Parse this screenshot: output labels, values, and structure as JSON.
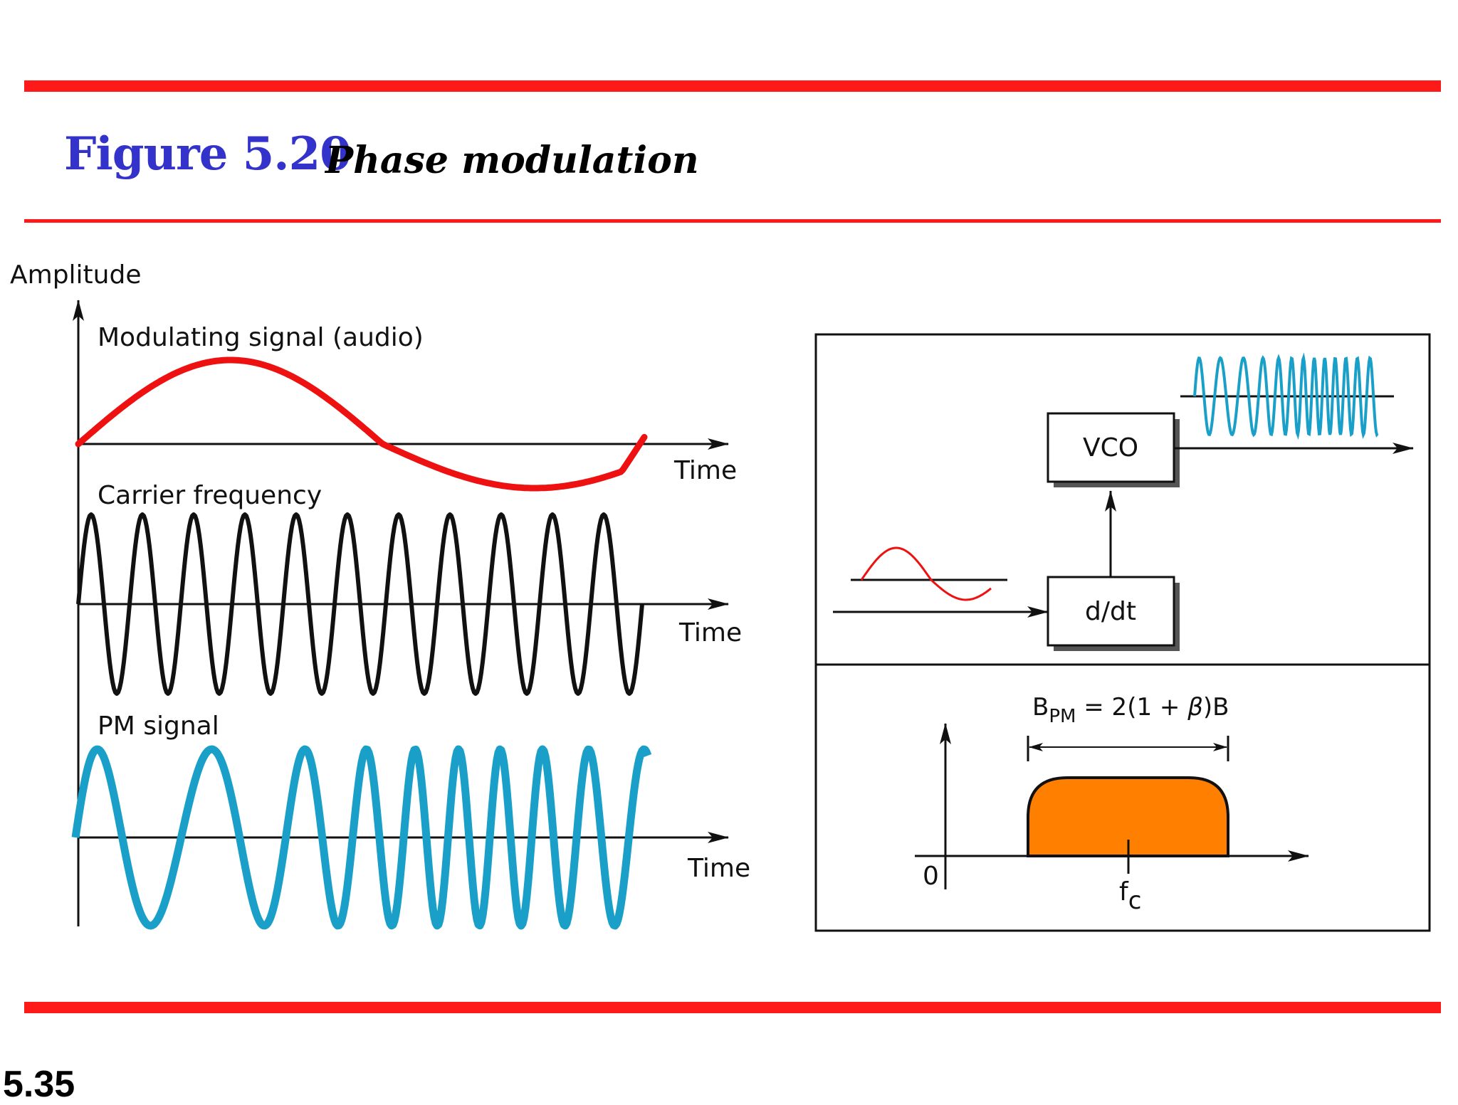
{
  "header": {
    "figure_number": "Figure 5.20",
    "figure_title": "Phase modulation"
  },
  "footer": {
    "slide_number": "5.35"
  },
  "waveforms": {
    "y_axis_label": "Amplitude",
    "time_label": "Time",
    "modulating_label": "Modulating signal (audio)",
    "carrier_label": "Carrier frequency",
    "pm_label": "PM signal"
  },
  "block_diagram": {
    "vco_label": "VCO",
    "diff_label": "d/dt"
  },
  "spectrum": {
    "bandwidth_formula": {
      "main": "B",
      "sub": "PM",
      "rest_a": " = 2(1 + ",
      "beta": "β",
      "rest_b": ")B"
    },
    "origin_label": "0",
    "carrier_symbol": {
      "main": "f",
      "sub": "c"
    }
  },
  "colors": {
    "rule": "#ff1a1a",
    "title_number": "#3333cc",
    "modulating_wave": "#ee1111",
    "carrier_wave": "#111111",
    "pm_wave": "#1aa0c8",
    "spectrum_fill": "#ff8000"
  }
}
